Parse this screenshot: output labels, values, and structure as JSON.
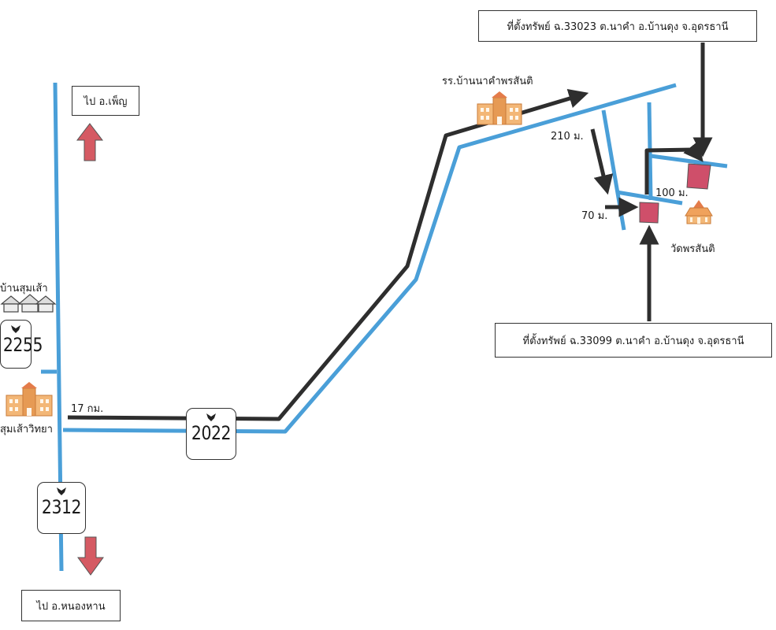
{
  "destinations": {
    "north": "ไป อ.เพ็ญ",
    "south": "ไป อ.หนองหาน"
  },
  "properties": {
    "property_1": "ที่ตั้งทรัพย์ ฉ.33023 ต.นาคำ อ.บ้านดุง จ.อุดรธานี",
    "property_2": "ที่ตั้งทรัพย์ ฉ.33099 ต.นาคำ อ.บ้านดุง จ.อุดรธานี"
  },
  "landmarks": {
    "school_top": "รร.บ้านนาคำพรสันติ",
    "temple": "วัดพรสันติ",
    "village": "บ้านสุมเส้า",
    "school_left": "สุมเส้าวิทยา"
  },
  "distances": {
    "d17km": "17 กม.",
    "d210m": "210 ม.",
    "d100m": "100 ม.",
    "d70m": "70 ม."
  },
  "routes": {
    "r2255": "2255",
    "r2022": "2022",
    "r2312": "2312"
  },
  "colors": {
    "road_blue": "#4a9fd8",
    "route_black": "#2e2e2e",
    "marker_red": "#cf4f6a",
    "arrow_red": "#d55a63",
    "building_orange": "#e8a25a"
  },
  "icons": [
    "school-icon",
    "temple-icon",
    "village-house-icon",
    "route-shield-emblem-icon"
  ]
}
